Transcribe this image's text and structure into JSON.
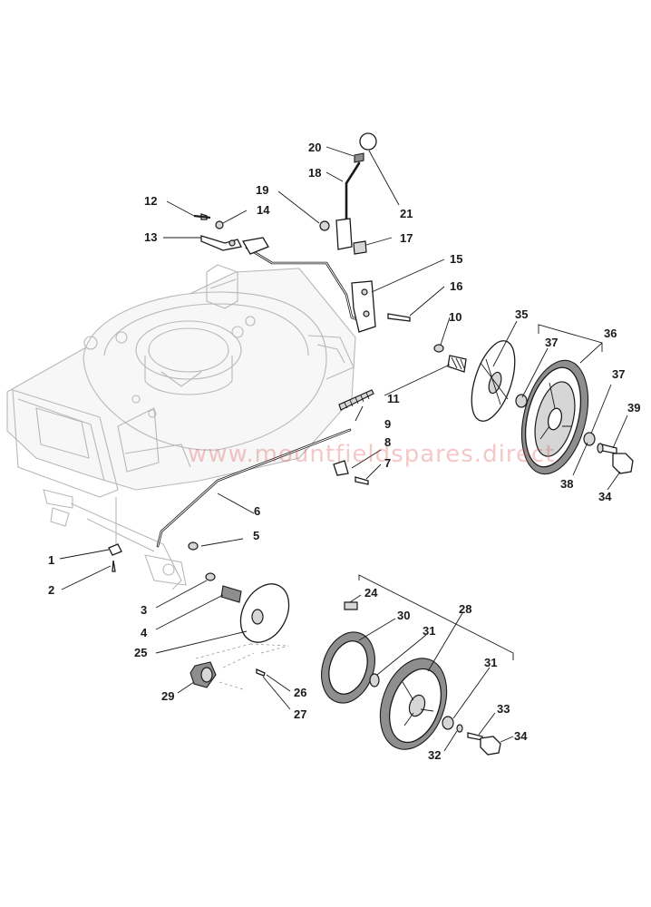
{
  "watermark": "www.mountfieldspares.direct",
  "callouts": {
    "c1": "1",
    "c2": "2",
    "c3": "3",
    "c4": "4",
    "c5": "5",
    "c6": "6",
    "c7": "7",
    "c8": "8",
    "c9": "9",
    "c10": "10",
    "c11": "11",
    "c12": "12",
    "c13": "13",
    "c14": "14",
    "c15": "15",
    "c16": "16",
    "c17": "17",
    "c18": "18",
    "c19": "19",
    "c20": "20",
    "c21": "21",
    "c24": "24",
    "c25": "25",
    "c26": "26",
    "c27": "27",
    "c28": "28",
    "c29": "29",
    "c30": "30",
    "c31a": "31",
    "c31b": "31",
    "c32": "32",
    "c33": "33",
    "c34a": "34",
    "c34b": "34",
    "c35": "35",
    "c36": "36",
    "c37a": "37",
    "c37b": "37",
    "c38": "38",
    "c39": "39"
  }
}
